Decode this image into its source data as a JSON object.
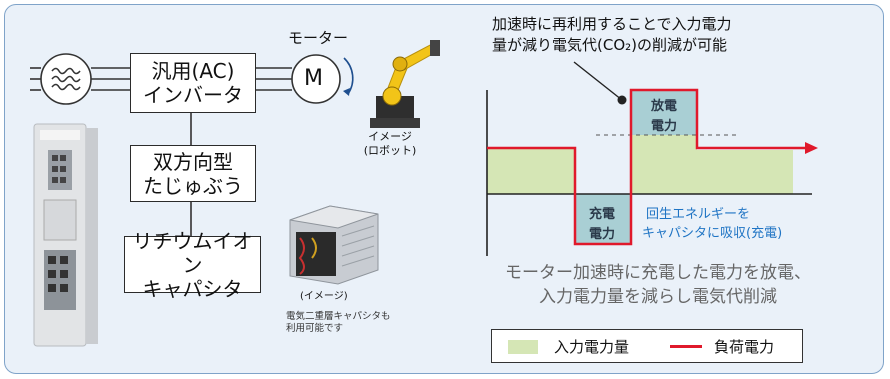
{
  "system": {
    "inverter": {
      "line1": "汎用(AC)",
      "line2": "インバータ"
    },
    "motor": {
      "title": "モーター",
      "symbol": "M"
    },
    "robot_caption": {
      "line1": "イメージ",
      "line2": "(ロボット)"
    },
    "converter": {
      "line1": "双方向型",
      "line2": "たじゅぶう"
    },
    "capacitor": {
      "line1": "リチウムイオン",
      "line2": "キャパシタ"
    },
    "capacitor_photo_caption": "(イメージ)",
    "capacitor_note": {
      "line1": "電気二重層キャパシタも",
      "line2": "利用可能です"
    }
  },
  "chart": {
    "callout": {
      "line1": "加速時に再利用することで入力電力",
      "line2": "量が減り電気代(CO₂)の削減が可能"
    },
    "discharge_label": {
      "line1": "放電",
      "line2": "電力"
    },
    "charge_label": {
      "line1": "充電",
      "line2": "電力"
    },
    "regen_note": {
      "line1": "回生エネルギーを",
      "line2": "キャパシタに吸収(充電)"
    },
    "summary": {
      "line1": "モーター加速時に充電した電力を放電、",
      "line2": "入力電力量を減らし電気代削減"
    },
    "legend": {
      "input": "入力電力量",
      "load": "負荷電力"
    },
    "colors": {
      "input_fill": "#d5e6b5",
      "load_line": "#e0192b",
      "storage_fill": "#a9cfd4",
      "note_text": "#1f74c4"
    }
  },
  "chart_data": {
    "type": "area",
    "series": [
      {
        "name": "入力電力量",
        "kind": "area"
      },
      {
        "name": "負荷電力",
        "kind": "line"
      }
    ],
    "annotations": [
      "放電 電力",
      "充電 電力",
      "回生エネルギーを キャパシタに吸収(充電)"
    ]
  }
}
